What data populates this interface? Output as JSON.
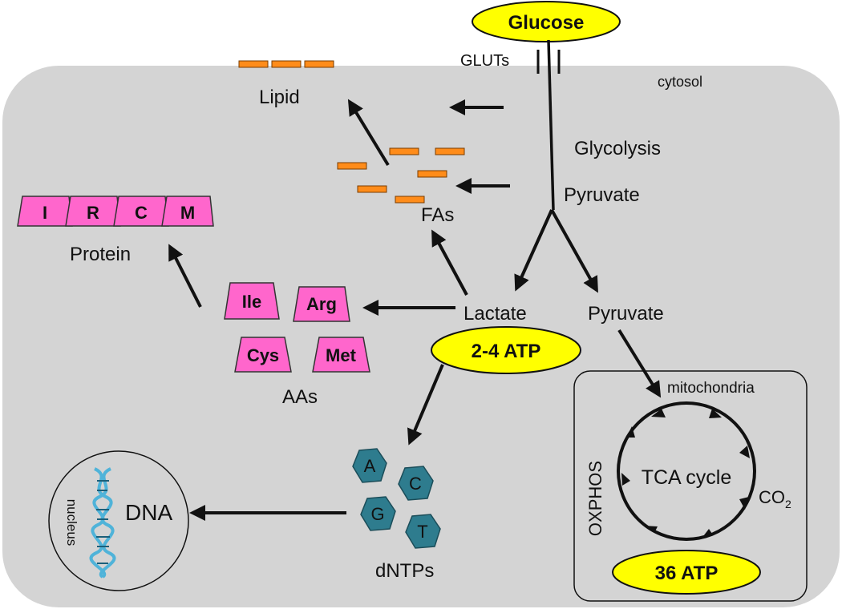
{
  "labels": {
    "glucose": "Glucose",
    "gluts": "GLUTs",
    "cytosol": "cytosol",
    "glycolysis": "Glycolysis",
    "pyruvate_top": "Pyruvate",
    "pyruvate_right": "Pyruvate",
    "lactate": "Lactate",
    "atp_glyco": "2-4 ATP",
    "lipid": "Lipid",
    "fas": "FAs",
    "protein": "Protein",
    "aas": "AAs",
    "dntps": "dNTPs",
    "dna": "DNA",
    "nucleus": "nucleus",
    "mitochondria": "mitochondria",
    "oxphos": "OXPHOS",
    "tca": "TCA cycle",
    "co2_main": "CO",
    "co2_sub": "2",
    "atp_ox": "36 ATP"
  },
  "protein_letters": [
    "I",
    "R",
    "C",
    "M"
  ],
  "amino_acids": [
    "Ile",
    "Arg",
    "Cys",
    "Met"
  ],
  "nucleotides": [
    "A",
    "C",
    "G",
    "T"
  ],
  "colors": {
    "cell": "#d4d4d4",
    "atp": "#ffff00",
    "protein": "#ff66cc",
    "nucleotide": "#2e7c8e",
    "lipid": "#ff8c1a",
    "dna_helix": "#4fb3d9"
  }
}
